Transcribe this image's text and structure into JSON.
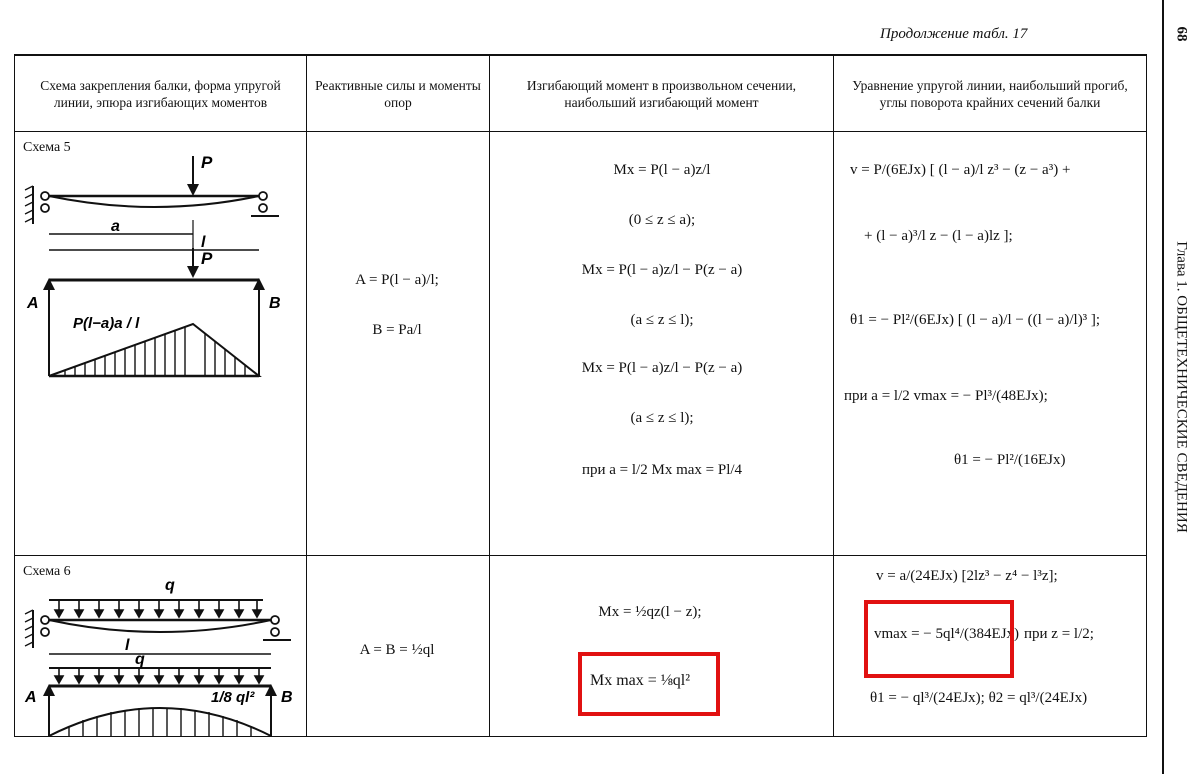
{
  "caption": "Продолжение табл. 17",
  "page_number": "68",
  "side_title": "Глава 1. ОБЩЕТЕХНИЧЕСКИЕ СВЕДЕНИЯ",
  "headers": {
    "col1": "Схема закрепления балки, форма упругой линии, эпюра изгибающих моментов",
    "col2": "Реактивные силы и моменты опор",
    "col3": "Изгибающий момент в произвольном сечении, наибольший изгибающий момент",
    "col4": "Уравнение упругой линии, наибольший прогиб, углы поворота крайних сечений балки"
  },
  "scheme5": {
    "label": "Схема 5",
    "diagram": {
      "P": "P",
      "a": "a",
      "l": "l",
      "A": "A",
      "B": "B",
      "moment": "P(l−a)a / l"
    },
    "reactions": [
      "A = P(l − a)/l;",
      "B = Pa/l"
    ],
    "moments": [
      "Mx = P(l − a)z/l",
      "(0 ≤ z ≤ a);",
      "Mx = P(l − a)z/l − P(z − a)",
      "(a ≤ z ≤ l);",
      "Mx = P(l − a)z/l − P(z − a)",
      "(a ≤ z ≤ l);",
      "при a = l/2   Mx max = Pl/4"
    ],
    "elastic": [
      "v = P/(6EJx) [ (l − a)/l z³ − (z − a³) +",
      "+ (l − a)³/l z − (l − a)lz ];",
      "θ1 = − Pl²/(6EJx) [ (l − a)/l − ((l − a)/l)³ ];",
      "при a = l/2     vmax = − Pl³/(48EJx);",
      "θ1 = − Pl²/(16EJx)"
    ]
  },
  "scheme6": {
    "label": "Схема 6",
    "diagram": {
      "q": "q",
      "l": "l",
      "A": "A",
      "B": "B",
      "moment": "1/8 ql²"
    },
    "reactions": [
      "A = B = ½ql"
    ],
    "moments": [
      "Mx = ½qz(l − z);",
      "Mx max = ⅛ql²"
    ],
    "elastic": [
      "v = a/(24EJx) [2lz³ − z⁴ − l³z];",
      "vmax = − 5ql⁴/(384EJx)",
      "при z = l/2;",
      "θ1 = − ql³/(24EJx);  θ2 = ql³/(24EJx)"
    ]
  },
  "highlight_color": "#e11111"
}
